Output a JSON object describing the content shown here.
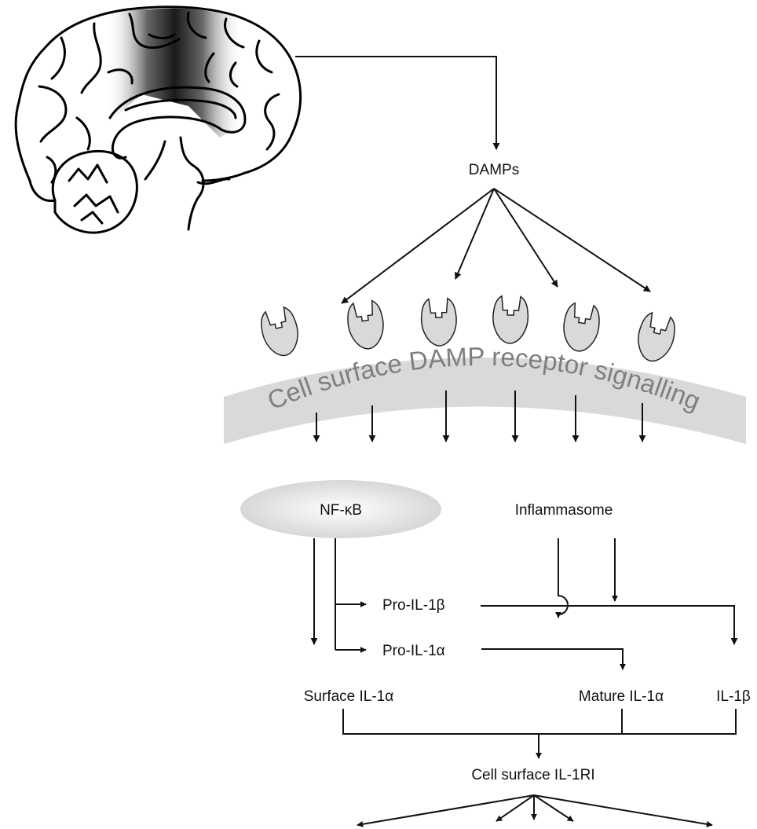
{
  "labels": {
    "damps": "DAMPs",
    "signalling": "Cell surface DAMP receptor signalling",
    "nfkb": "NF-κB",
    "inflammasome": "Inflammasome",
    "pro_il1b": "Pro-IL-1β",
    "pro_il1a": "Pro-IL-1α",
    "surface_il1a": "Surface IL-1α",
    "mature_il1a": "Mature IL-1α",
    "il1b": "IL-1β",
    "il1ri": "Cell surface IL-1RI"
  },
  "colors": {
    "band": "#d9d9d9",
    "receptor": "#d9d9d9",
    "band_text": "#7f7f7f",
    "brain_shading": "#1a1a1a",
    "line": "#111111"
  },
  "receptor_count": 6,
  "icons": [
    "brain-illustration",
    "damp-receptor-icon"
  ]
}
